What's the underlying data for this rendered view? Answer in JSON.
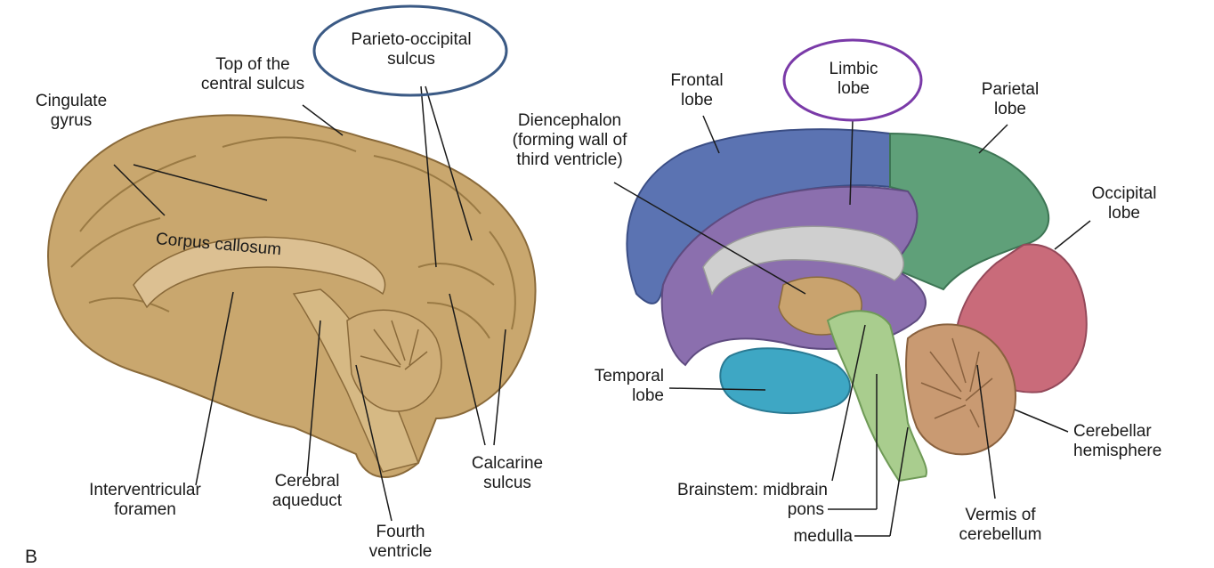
{
  "panel_letter": "B",
  "left_labels": {
    "cingulate_gyrus": "Cingulate\ngyrus",
    "top_central_sulcus": "Top of the\ncentral sulcus",
    "parieto_occipital": "Parieto-occipital\nsulcus",
    "corpus_callosum": "Corpus callosum",
    "interventricular_foramen": "Interventricular\nforamen",
    "cerebral_aqueduct": "Cerebral\naqueduct",
    "fourth_ventricle": "Fourth\nventricle",
    "calcarine_sulcus": "Calcarine\nsulcus"
  },
  "right_labels": {
    "frontal_lobe": "Frontal\nlobe",
    "limbic_lobe": "Limbic\nlobe",
    "parietal_lobe": "Parietal\nlobe",
    "diencephalon": "Diencephalon\n(forming wall of\nthird ventricle)",
    "occipital_lobe": "Occipital\nlobe",
    "temporal_lobe": "Temporal\nlobe",
    "brainstem": "Brainstem: midbrain",
    "pons": "pons",
    "medulla": "medulla",
    "cerebellar_hemisphere": "Cerebellar\nhemisphere",
    "vermis": "Vermis of\ncerebellum"
  },
  "colors": {
    "brain_tan": "#c9a76e",
    "frontal": "#5b73b2",
    "limbic": "#8b6fae",
    "parietal": "#5fa079",
    "occipital": "#c96b7a",
    "temporal": "#3ea7c4",
    "brainstem": "#a9cd8e",
    "cerebellum": "#c99a72",
    "callosum_gray": "#cfcfcf",
    "highlight_blue": "#3b5a85",
    "highlight_purple": "#7a3aa8"
  }
}
